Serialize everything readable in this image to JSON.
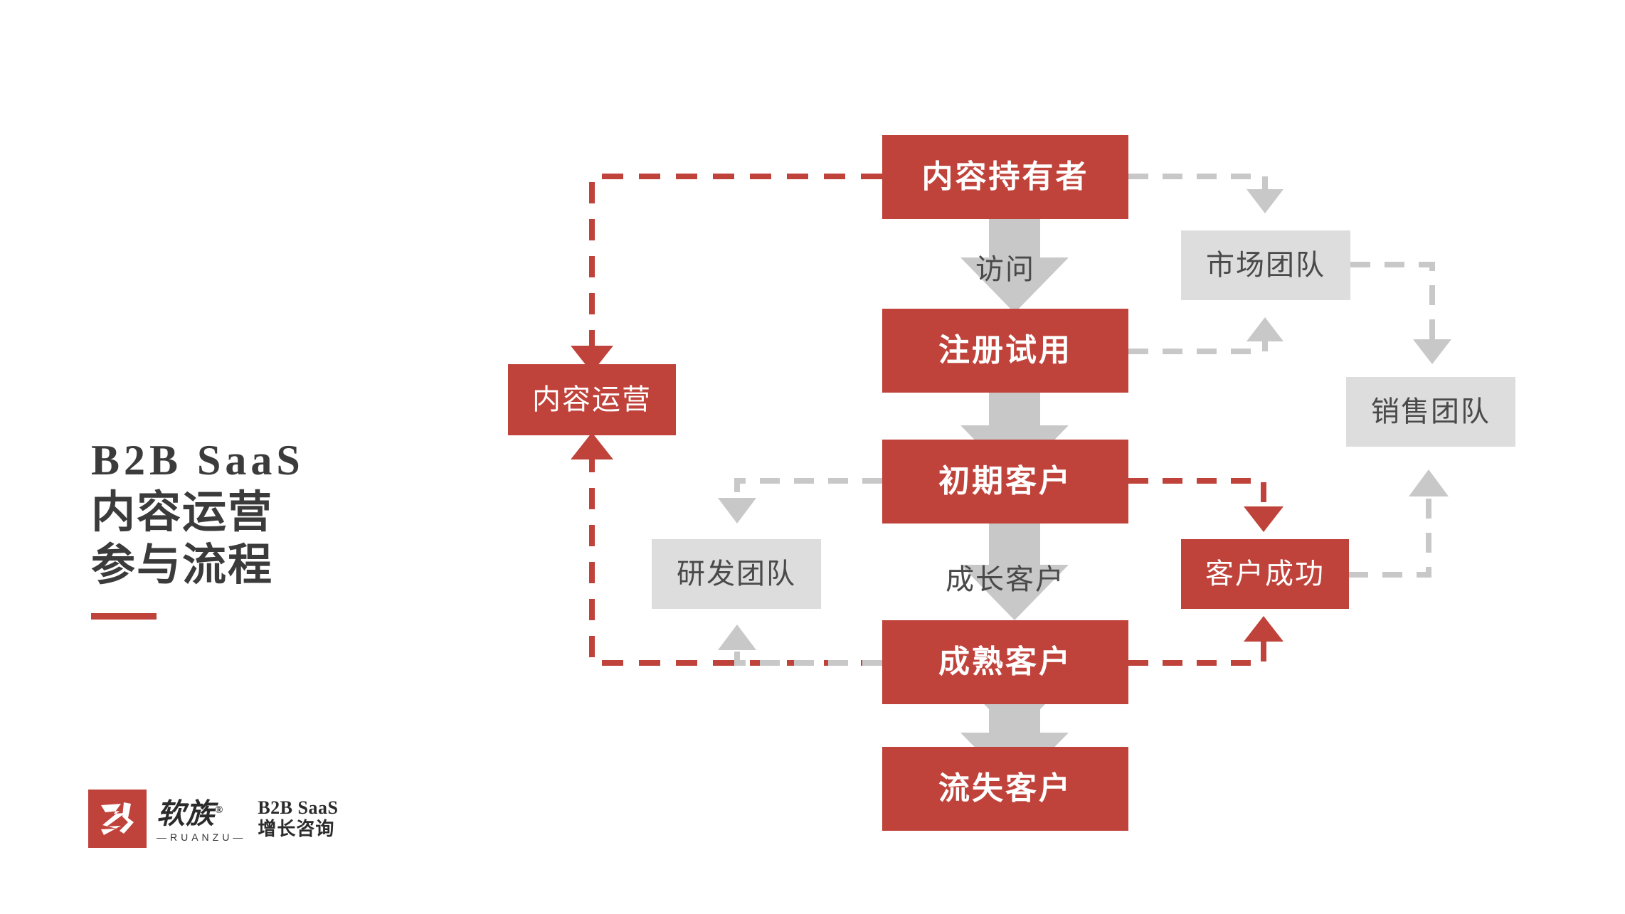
{
  "slide": {
    "title_lines": [
      "B2B SaaS",
      "内容运营",
      "参与流程"
    ],
    "accent_color": "#C0433B",
    "gray_color": "#DDDDDD",
    "text_gray": "#4A4A4A"
  },
  "logo": {
    "brand_cn": "软族",
    "registered_mark": "®",
    "pinyin": "—RUANZU—",
    "tagline_line1": "B2B SaaS",
    "tagline_line2": "增长咨询"
  },
  "flow": {
    "main_nodes": [
      {
        "id": "content-owner",
        "label": "内容持有者"
      },
      {
        "id": "signup-trial",
        "label": "注册试用"
      },
      {
        "id": "early-customer",
        "label": "初期客户"
      },
      {
        "id": "mature-customer",
        "label": "成熟客户"
      },
      {
        "id": "churned-customer",
        "label": "流失客户"
      }
    ],
    "step_captions": [
      {
        "id": "visit",
        "label": "访问"
      },
      {
        "id": "growth",
        "label": "成长客户"
      }
    ],
    "side_nodes": [
      {
        "id": "content-ops",
        "label": "内容运营",
        "style": "red"
      },
      {
        "id": "marketing-team",
        "label": "市场团队",
        "style": "gray"
      },
      {
        "id": "sales-team",
        "label": "销售团队",
        "style": "gray"
      },
      {
        "id": "rnd-team",
        "label": "研发团队",
        "style": "gray"
      },
      {
        "id": "customer-success",
        "label": "客户成功",
        "style": "red"
      }
    ]
  },
  "chart_data": {
    "type": "diagram",
    "title": "B2B SaaS 内容运营参与流程",
    "nodes": [
      {
        "id": "content-owner",
        "label": "内容持有者",
        "kind": "stage",
        "color": "#C0433B"
      },
      {
        "id": "signup-trial",
        "label": "注册试用",
        "kind": "stage",
        "color": "#C0433B"
      },
      {
        "id": "early-customer",
        "label": "初期客户",
        "kind": "stage",
        "color": "#C0433B"
      },
      {
        "id": "mature-customer",
        "label": "成熟客户",
        "kind": "stage",
        "color": "#C0433B"
      },
      {
        "id": "churned-customer",
        "label": "流失客户",
        "kind": "stage",
        "color": "#C0433B"
      },
      {
        "id": "content-ops",
        "label": "内容运营",
        "kind": "function",
        "color": "#C0433B"
      },
      {
        "id": "customer-success",
        "label": "客户成功",
        "kind": "function",
        "color": "#C0433B"
      },
      {
        "id": "marketing-team",
        "label": "市场团队",
        "kind": "team",
        "color": "#DDDDDD"
      },
      {
        "id": "sales-team",
        "label": "销售团队",
        "kind": "team",
        "color": "#DDDDDD"
      },
      {
        "id": "rnd-team",
        "label": "研发团队",
        "kind": "team",
        "color": "#DDDDDD"
      }
    ],
    "edges": [
      {
        "from": "content-owner",
        "to": "signup-trial",
        "label": "访问",
        "style": "solid-block",
        "color": "#C8C8C8"
      },
      {
        "from": "signup-trial",
        "to": "early-customer",
        "label": "",
        "style": "solid-block",
        "color": "#C8C8C8"
      },
      {
        "from": "early-customer",
        "to": "mature-customer",
        "label": "成长客户",
        "style": "solid-block",
        "color": "#C8C8C8"
      },
      {
        "from": "mature-customer",
        "to": "churned-customer",
        "label": "",
        "style": "solid-block",
        "color": "#C8C8C8"
      },
      {
        "from": "content-owner",
        "to": "content-ops",
        "label": "",
        "style": "dashed",
        "color": "#C0433B"
      },
      {
        "from": "mature-customer",
        "to": "content-ops",
        "label": "",
        "style": "dashed",
        "color": "#C0433B"
      },
      {
        "from": "early-customer",
        "to": "customer-success",
        "label": "",
        "style": "dashed",
        "color": "#C0433B"
      },
      {
        "from": "mature-customer",
        "to": "customer-success",
        "label": "",
        "style": "dashed",
        "color": "#C0433B"
      },
      {
        "from": "content-owner",
        "to": "marketing-team",
        "label": "",
        "style": "dashed",
        "color": "#C8C8C8"
      },
      {
        "from": "signup-trial",
        "to": "marketing-team",
        "label": "",
        "style": "dashed",
        "color": "#C8C8C8"
      },
      {
        "from": "marketing-team",
        "to": "sales-team",
        "label": "",
        "style": "dashed",
        "color": "#C8C8C8"
      },
      {
        "from": "customer-success",
        "to": "sales-team",
        "label": "",
        "style": "dashed",
        "color": "#C8C8C8"
      },
      {
        "from": "early-customer",
        "to": "rnd-team",
        "label": "",
        "style": "dashed",
        "color": "#C8C8C8"
      },
      {
        "from": "mature-customer",
        "to": "rnd-team",
        "label": "",
        "style": "dashed",
        "color": "#C8C8C8"
      }
    ]
  }
}
